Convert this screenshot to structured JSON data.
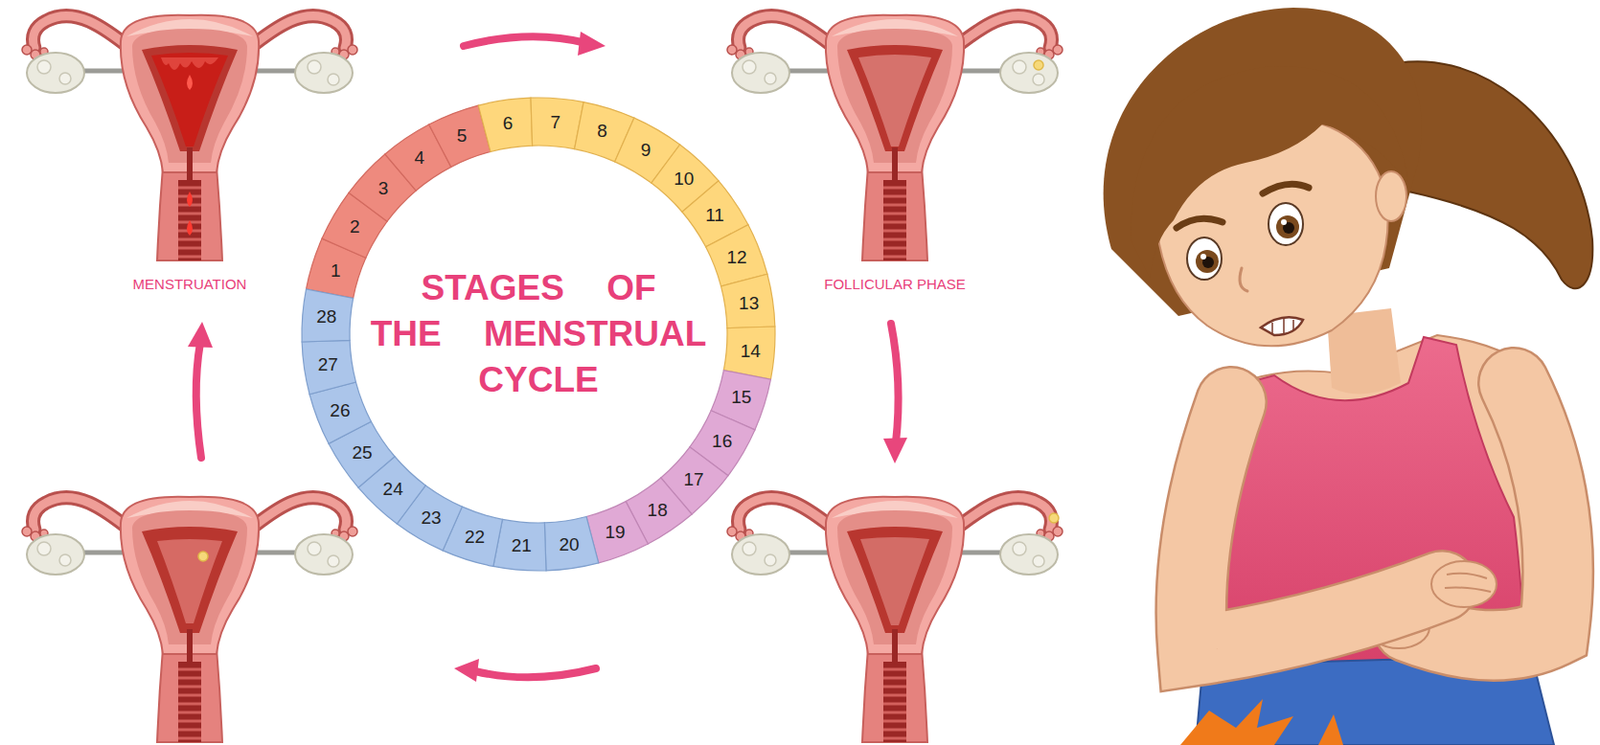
{
  "diagram": {
    "title": "STAGES OF THE MENSTRUAL CYCLE",
    "nodes": [
      {
        "text": [
          "1"
        ]
      },
      {
        "text": [
          "2"
        ]
      },
      {
        "text": [
          "3"
        ]
      },
      {
        "text": [
          "4"
        ]
      },
      {
        "text": [
          "5"
        ]
      },
      {
        "text": [
          "6"
        ]
      },
      {
        "text": [
          "7"
        ]
      },
      {
        "text": [
          "8"
        ]
      },
      {
        "text": [
          "9"
        ]
      },
      {
        "text": [
          "10"
        ]
      },
      {
        "text": [
          "11"
        ]
      },
      {
        "text": [
          "12"
        ]
      },
      {
        "text": [
          "13"
        ]
      },
      {
        "text": [
          "14"
        ]
      },
      {
        "text": [
          "15"
        ]
      },
      {
        "text": [
          "16"
        ]
      },
      {
        "text": [
          "17"
        ]
      },
      {
        "text": [
          "18"
        ]
      },
      {
        "text": [
          "19"
        ]
      },
      {
        "text": [
          "20"
        ]
      },
      {
        "text": [
          "21"
        ]
      },
      {
        "text": [
          "22"
        ]
      },
      {
        "text": [
          "23"
        ]
      },
      {
        "text": [
          "24"
        ]
      },
      {
        "text": [
          "25"
        ]
      },
      {
        "text": [
          "26"
        ]
      },
      {
        "text": [
          "27"
        ]
      },
      {
        "text": [
          "28"
        ]
      }
    ],
    "labels": [
      "MENSTRUATION",
      "FOLLICULAR PHASE"
    ]
  }
}
